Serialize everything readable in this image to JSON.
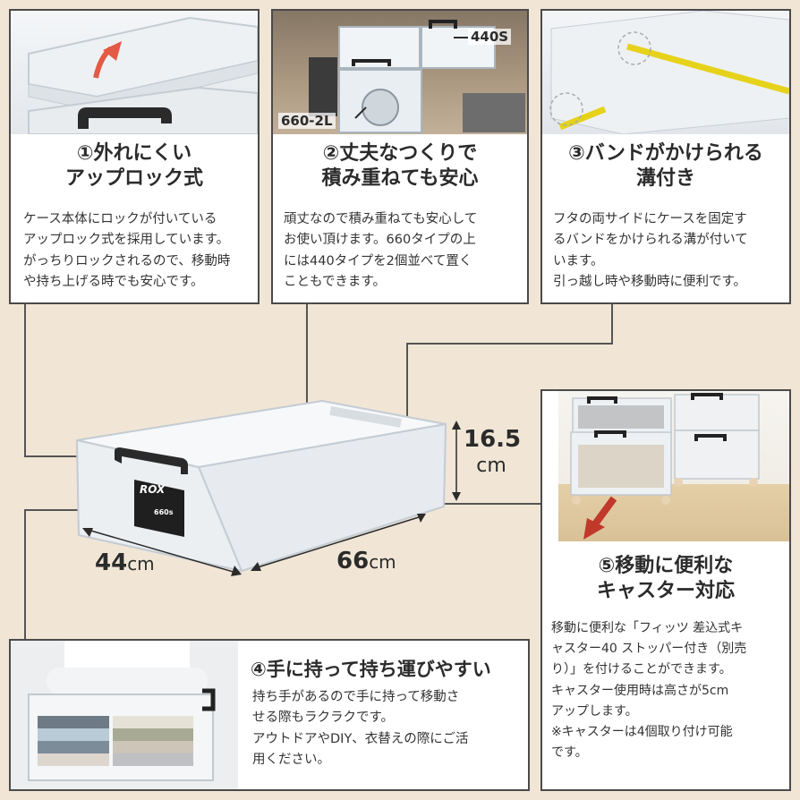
{
  "panel1": {
    "title_line1": "①外れにくい",
    "title_line2": "アップロック式",
    "body": [
      "ケース本体にロックが付いている",
      "アップロック式を採用しています。",
      "がっちりロックされるので、移動時",
      "や持ち上げる時でも安心です。"
    ]
  },
  "panel2": {
    "title_line1": "②丈夫なつくりで",
    "title_line2": "積み重ねても安心",
    "label_top": "440S",
    "label_bottom": "660-2L",
    "body": [
      "頑丈なので積み重ねても安心して",
      "お使い頂けます。660タイプの上",
      "には440タイプを2個並べて置く",
      "こともできます。"
    ]
  },
  "panel3": {
    "title_line1": "③バンドがかけられる",
    "title_line2": "溝付き",
    "body": [
      "フタの両サイドにケースを固定す",
      "るバンドをかけられる溝が付いて",
      "います。",
      "引っ越し時や移動時に便利です。"
    ]
  },
  "panel4": {
    "title": "④手に持って持ち運びやすい",
    "body": [
      "持ち手があるので手に持って移動さ",
      "せる際もラクラクです。",
      "アウトドアやDIY、衣替えの際にご活",
      "用ください。"
    ]
  },
  "panel5": {
    "title_line1": "⑤移動に便利な",
    "title_line2": "キャスター対応",
    "body": [
      "移動に便利な「フィッツ 差込式キ",
      "ャスター40 ストッパー付き（別売",
      "り）」を付けることができます。",
      "キャスター使用時は高さが5cm",
      "アップします。",
      "※キャスターは4個取り付け可能",
      "です。"
    ]
  },
  "product": {
    "brand": "ROX",
    "model": "660s",
    "height_value": "16.5",
    "height_unit": "cm",
    "depth_value": "44",
    "depth_unit": "cm",
    "width_value": "66",
    "width_unit": "cm"
  }
}
